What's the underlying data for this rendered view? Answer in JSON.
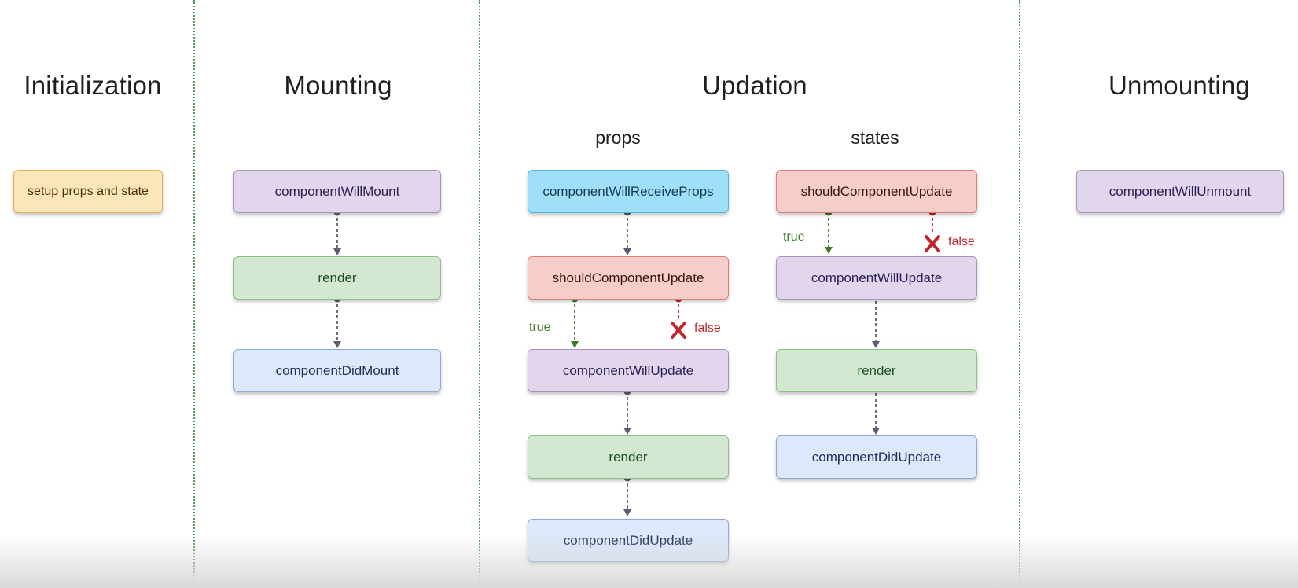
{
  "phases": {
    "initialization": "Initialization",
    "mounting": "Mounting",
    "updation": "Updation",
    "unmounting": "Unmounting"
  },
  "updation_columns": {
    "props": "props",
    "states": "states"
  },
  "initialization": {
    "setup": "setup props and state"
  },
  "mounting": {
    "will_mount": "componentWillMount",
    "render": "render",
    "did_mount": "componentDidMount"
  },
  "props_flow": {
    "will_receive_props": "componentWillReceiveProps",
    "should_update": "shouldComponentUpdate",
    "true_label": "true",
    "false_label": "false",
    "will_update": "componentWillUpdate",
    "render": "render",
    "did_update": "componentDidUpdate"
  },
  "states_flow": {
    "should_update": "shouldComponentUpdate",
    "true_label": "true",
    "false_label": "false",
    "will_update": "componentWillUpdate",
    "render": "render",
    "did_update": "componentDidUpdate"
  },
  "unmounting": {
    "will_unmount": "componentWillUnmount"
  },
  "colors": {
    "purple": "#e2d6ec",
    "green": "#d3e8d1",
    "blue": "#dde8fa",
    "cyan": "#9fdff7",
    "red": "#f7cdc9",
    "orange": "#fce5b8",
    "divider": "#4f9b60",
    "arrow": "#5a6073",
    "true": "#3f7a2c",
    "false": "#c0272d"
  }
}
